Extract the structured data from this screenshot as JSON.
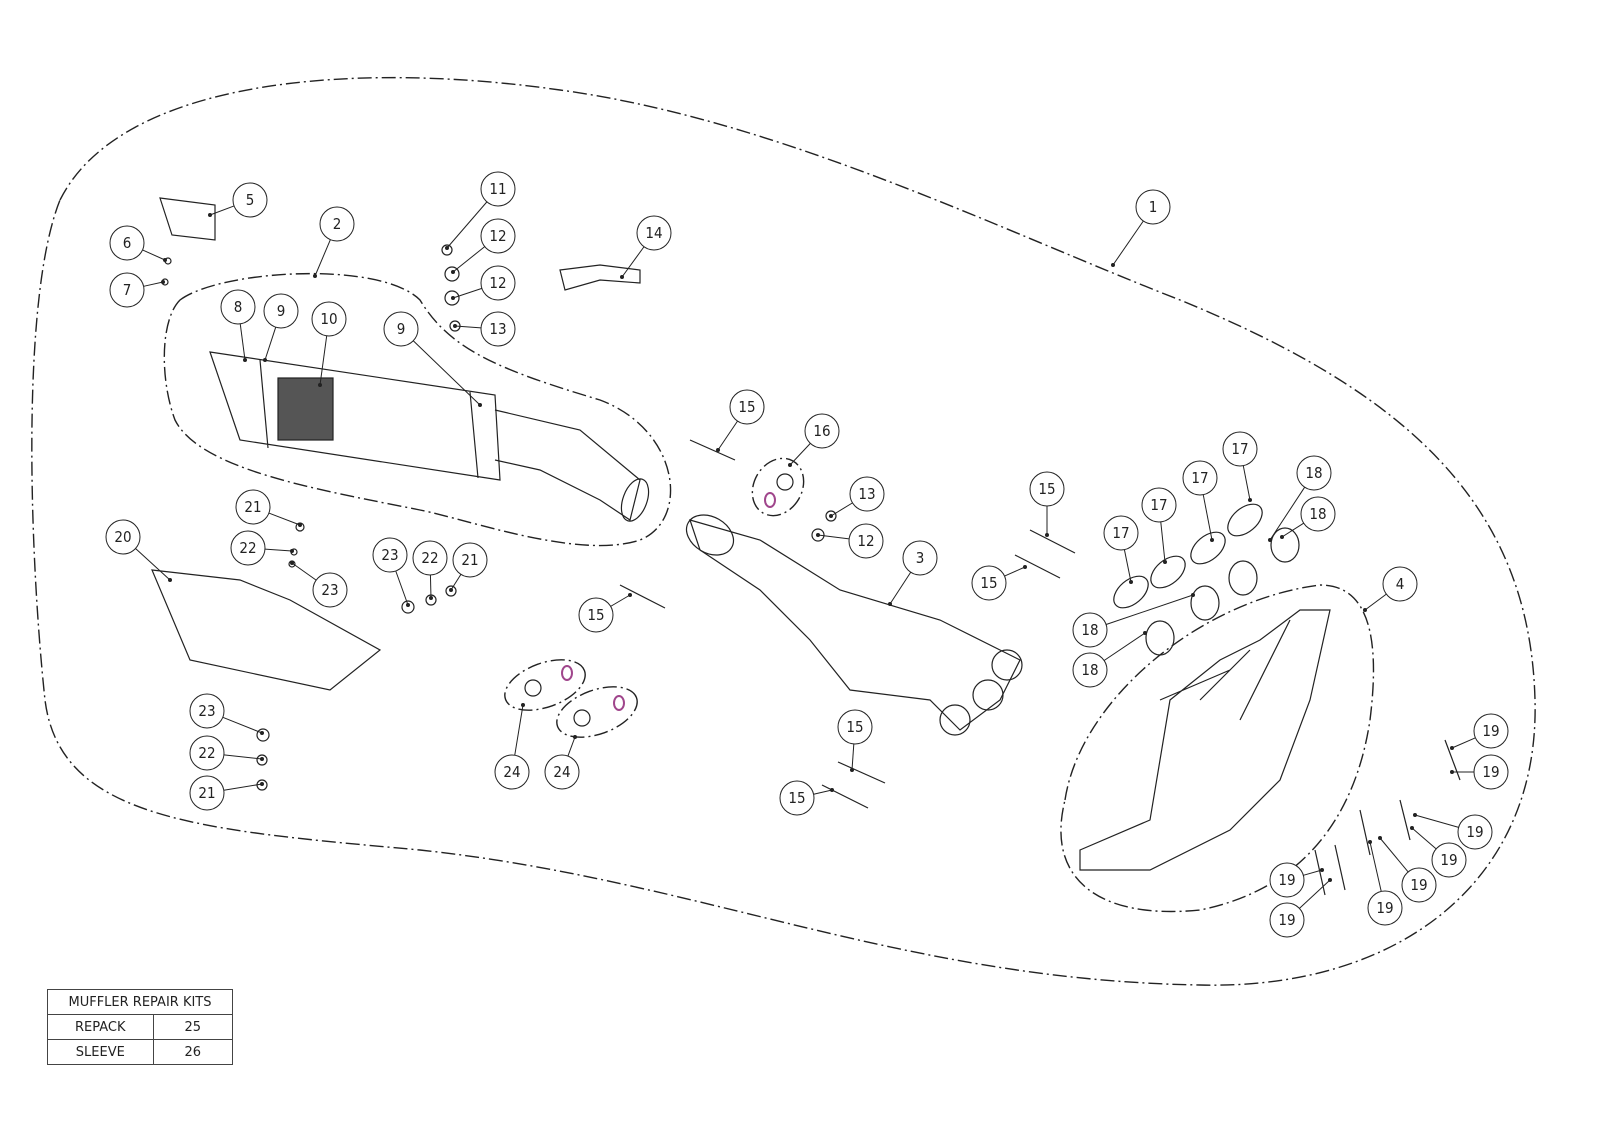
{
  "diagram": {
    "callouts": [
      "1",
      "2",
      "3",
      "4",
      "5",
      "6",
      "7",
      "8",
      "9",
      "10",
      "9",
      "11",
      "12",
      "12",
      "13",
      "14",
      "15",
      "16",
      "13",
      "12",
      "15",
      "15",
      "17",
      "17",
      "17",
      "17",
      "18",
      "18",
      "18",
      "18",
      "15",
      "15",
      "15",
      "19",
      "19",
      "19",
      "19",
      "19",
      "19",
      "19",
      "19",
      "20",
      "21",
      "22",
      "23",
      "23",
      "22",
      "21",
      "23",
      "22",
      "21",
      "24",
      "24"
    ]
  },
  "repair_kits": {
    "title": "MUFFLER REPAIR KITS",
    "rows": [
      {
        "name": "REPACK",
        "code": "25"
      },
      {
        "name": "SLEEVE",
        "code": "26"
      }
    ]
  },
  "colors": {
    "line": "#222222",
    "accent": "#a0468c"
  }
}
